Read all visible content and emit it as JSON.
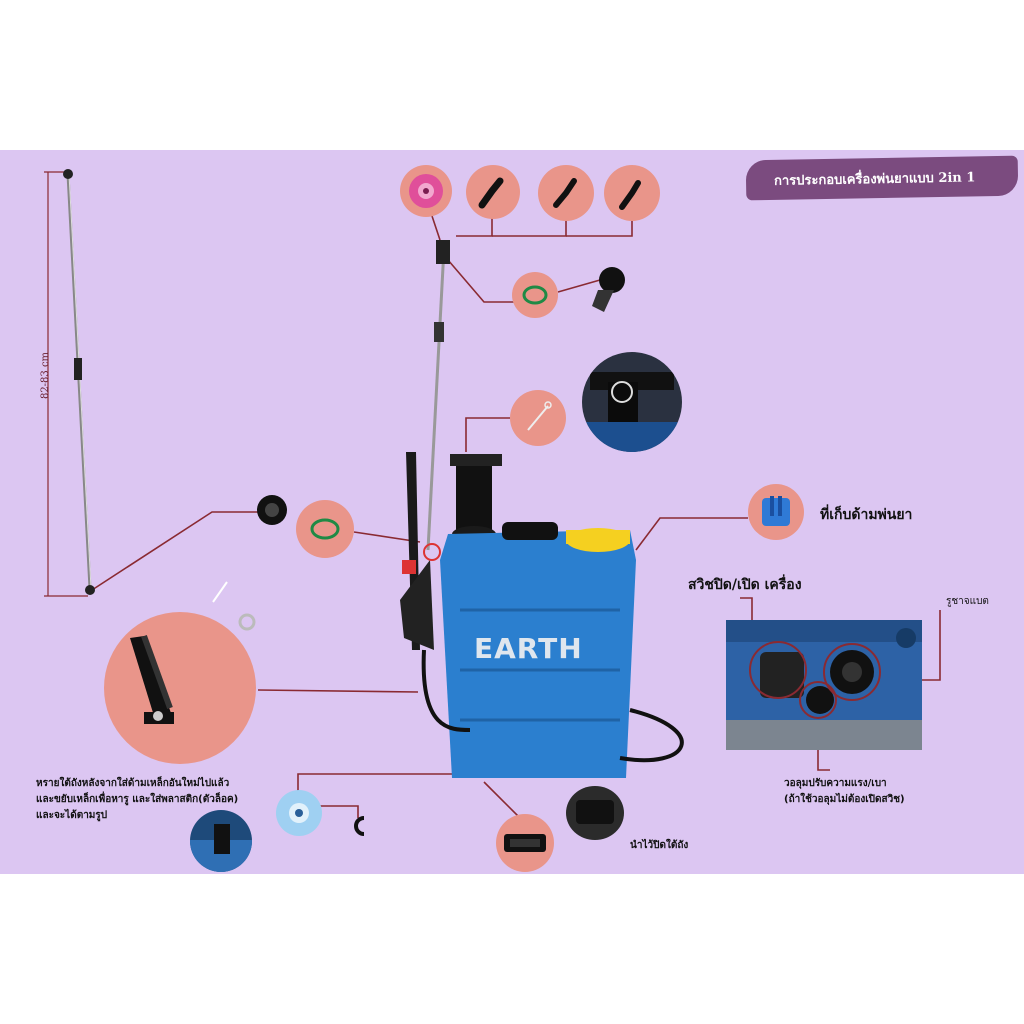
{
  "title": "การประกอบเครื่องพ่นยาแบบ 2in 1",
  "wand_length": "82-83 cm",
  "brand": "EARTH",
  "callouts": {
    "holder": "ที่เก็บด้ามพ่นยา",
    "switch": "สวิชปิด/เปิด เครื่อง",
    "charge_port": "รูชาจแบต",
    "pressure_valve_line1": "วอลุมปรับความแรง/เบา",
    "pressure_valve_line2": "(ถ้าใช้วอลุมไม่ต้องเปิดสวิช)",
    "pin_note_line1": "หรายใต้ถังหลังจากใส่ด้ามเหล็กอันใหม่ไปแล้ว",
    "pin_note_line2": "และขยับเหล็กเพื่อหารู และใส่พลาสติก(ตัวล็อค)",
    "pin_note_line3": "และจะได้ตามรูป",
    "tank_bottom_note": "นำไว้ปิดใต้ถัง"
  },
  "colors": {
    "background": "#dcc6f2",
    "callout_circle": "#e9958a",
    "title_tag": "#7b4b7f",
    "tank_blue": "#2b7fcf",
    "cap_yellow": "#f5d020",
    "leader_line": "#8a2a32"
  }
}
